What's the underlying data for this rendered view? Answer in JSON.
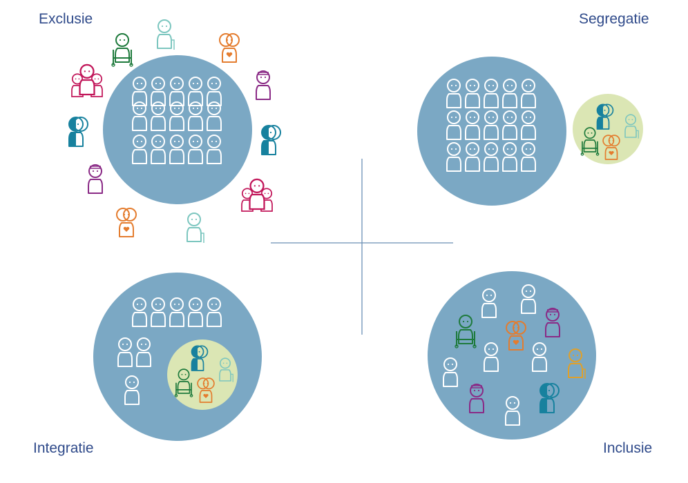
{
  "labels": {
    "exclusion": "Exclusie",
    "segregation": "Segregatie",
    "integration": "Integratie",
    "inclusion": "Inclusie"
  },
  "colors": {
    "circle": "#7ba8c4",
    "inner_circle": "#dbe6b4",
    "axis": "#6b8fb5",
    "person_white": "#ffffff",
    "green": "#1e7a3c",
    "teal_light": "#7cc6bf",
    "orange": "#e47c2e",
    "purple": "#8a2a86",
    "blue": "#17819e",
    "magenta": "#c2185b",
    "yellow": "#e0a02a",
    "label_text": "#2f4a8a"
  },
  "icons": [
    "person-icon",
    "wheelchair-person-icon",
    "walker-person-icon",
    "heart-person-icon",
    "bandaged-person-icon",
    "two-tone-person-icon",
    "family-icon"
  ]
}
